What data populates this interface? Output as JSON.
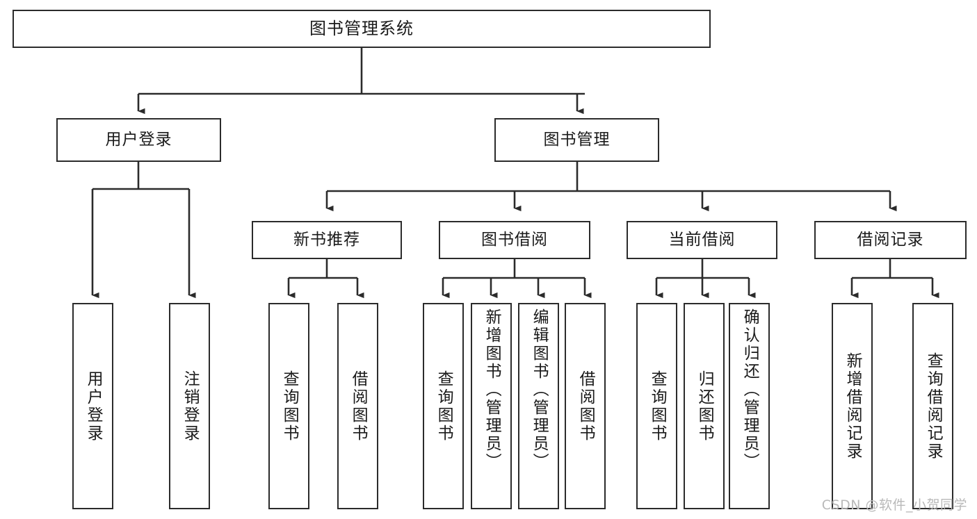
{
  "diagram": {
    "title": "图书管理系统",
    "type": "tree",
    "watermark": "CSDN @软件_小贺同学",
    "style": {
      "box_border_color": "#2b2b2b",
      "box_fill_color": "#ffffff",
      "connector_color": "#2b2b2b",
      "text_color": "#1a1a1a",
      "watermark_color": "#b9b9b9",
      "background": "#ffffff"
    },
    "nodes": {
      "root": {
        "label": "图书管理系统",
        "level": 1
      },
      "l2": [
        {
          "id": "user_login",
          "label": "用户登录",
          "level": 2
        },
        {
          "id": "book_manage",
          "label": "图书管理",
          "level": 2
        }
      ],
      "l3": [
        {
          "id": "new_book_rec",
          "label": "新书推荐",
          "level": 3,
          "parent": "book_manage"
        },
        {
          "id": "book_borrow",
          "label": "图书借阅",
          "level": 3,
          "parent": "book_manage"
        },
        {
          "id": "current_borrow",
          "label": "当前借阅",
          "level": 3,
          "parent": "book_manage"
        },
        {
          "id": "borrow_record",
          "label": "借阅记录",
          "level": 3,
          "parent": "book_manage"
        }
      ],
      "leaves": [
        {
          "id": "leaf_user_login",
          "label": "用户登录",
          "parent": "user_login"
        },
        {
          "id": "leaf_logout",
          "label": "注销登录",
          "parent": "user_login"
        },
        {
          "id": "leaf_query_book_1",
          "label": "查询图书",
          "parent": "new_book_rec"
        },
        {
          "id": "leaf_borrow_book_1",
          "label": "借阅图书",
          "parent": "new_book_rec"
        },
        {
          "id": "leaf_query_book_2",
          "label": "查询图书",
          "parent": "book_borrow"
        },
        {
          "id": "leaf_add_book",
          "label": "新增图书（管理员）",
          "parent": "book_borrow"
        },
        {
          "id": "leaf_edit_book",
          "label": "编辑图书（管理员）",
          "parent": "book_borrow"
        },
        {
          "id": "leaf_borrow_book_2",
          "label": "借阅图书",
          "parent": "book_borrow"
        },
        {
          "id": "leaf_query_book_3",
          "label": "查询图书",
          "parent": "current_borrow"
        },
        {
          "id": "leaf_return_book",
          "label": "归还图书",
          "parent": "current_borrow"
        },
        {
          "id": "leaf_confirm_return",
          "label": "确认归还（管理员）",
          "parent": "current_borrow"
        },
        {
          "id": "leaf_add_record",
          "label": "新增借阅记录",
          "parent": "borrow_record"
        },
        {
          "id": "leaf_query_record",
          "label": "查询借阅记录",
          "parent": "borrow_record"
        }
      ]
    }
  }
}
